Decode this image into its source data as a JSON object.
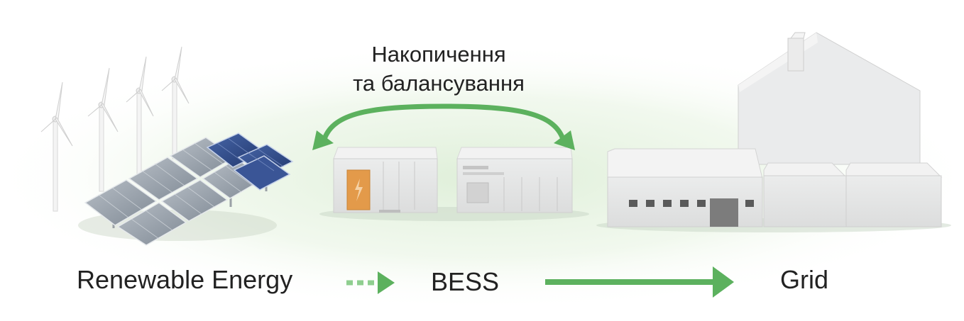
{
  "labels": {
    "renewable": "Renewable Energy",
    "bess": "BESS",
    "grid": "Grid",
    "storage_line1": "Накопичення",
    "storage_line2": "та балансування"
  },
  "icons": {
    "wind": "wind-turbine-icon",
    "solar": "solar-panel-icon",
    "battery": "battery-container-icon",
    "grid": "grid-building-icon"
  },
  "colors": {
    "arrow": "#5cb15e",
    "arrow_light": "#8fce8f",
    "glow": "#e3f2df",
    "panel_gray": "#9aa3ad",
    "panel_blue": "#2f4a8c",
    "building": "#e4e5e6",
    "battery_orange": "#e39a4a",
    "text": "#222222"
  }
}
